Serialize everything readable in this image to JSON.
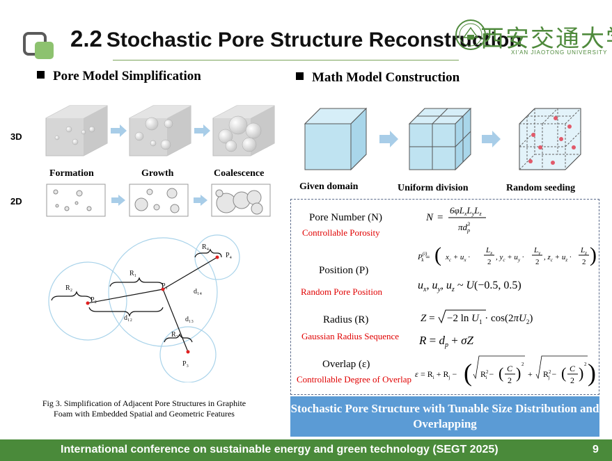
{
  "header": {
    "section_number": "2.2",
    "title": "Stochastic Pore Structure Reconstruction",
    "university_cn": "西安交通大学",
    "university_en": "XI'AN JIAOTONG UNIVERSITY"
  },
  "left": {
    "heading": "Pore Model Simplification",
    "row_3d": "3D",
    "row_2d": "2D",
    "stages": [
      "Formation",
      "Growth",
      "Coalescence"
    ],
    "diagram_labels": {
      "r1": "R₁",
      "r2": "R₂",
      "r3": "R₃",
      "r4": "R₄",
      "p1": "P₁",
      "p2": "P₂",
      "p3": "P₃",
      "p4": "P₄",
      "d12": "d₁₂",
      "d13": "d₁₃",
      "d14": "d₁₄"
    },
    "caption": "Fig 3. Simplification of Adjacent Pore Structures in Graphite Foam with Embedded Spatial and Geometric Features"
  },
  "right": {
    "heading": "Math Model Construction",
    "steps": [
      "Given domain",
      "Uniform division",
      "Random seeding"
    ],
    "equations": [
      {
        "name": "Pore Number (N)",
        "subtitle": "Controllable Porosity"
      },
      {
        "name": "Position (P)",
        "subtitle": "Random Pore Position"
      },
      {
        "name": "Radius (R)",
        "subtitle": "Gaussian Radius Sequence"
      },
      {
        "name": "Overlap (ε)",
        "subtitle": "Controllable Degree of Overlap"
      }
    ],
    "summary": "Stochastic Pore Structure with Tunable Size Distribution and Overlapping"
  },
  "footer": {
    "conference": "International conference on sustainable energy and green technology (SEGT 2025)",
    "page_number": "9"
  },
  "colors": {
    "accent_green": "#4a8a3a",
    "logo_green": "#8dc26f",
    "summary_blue": "#5b9bd5",
    "cube_blue": "#bfe3f1",
    "subtitle_red": "#e00000"
  }
}
